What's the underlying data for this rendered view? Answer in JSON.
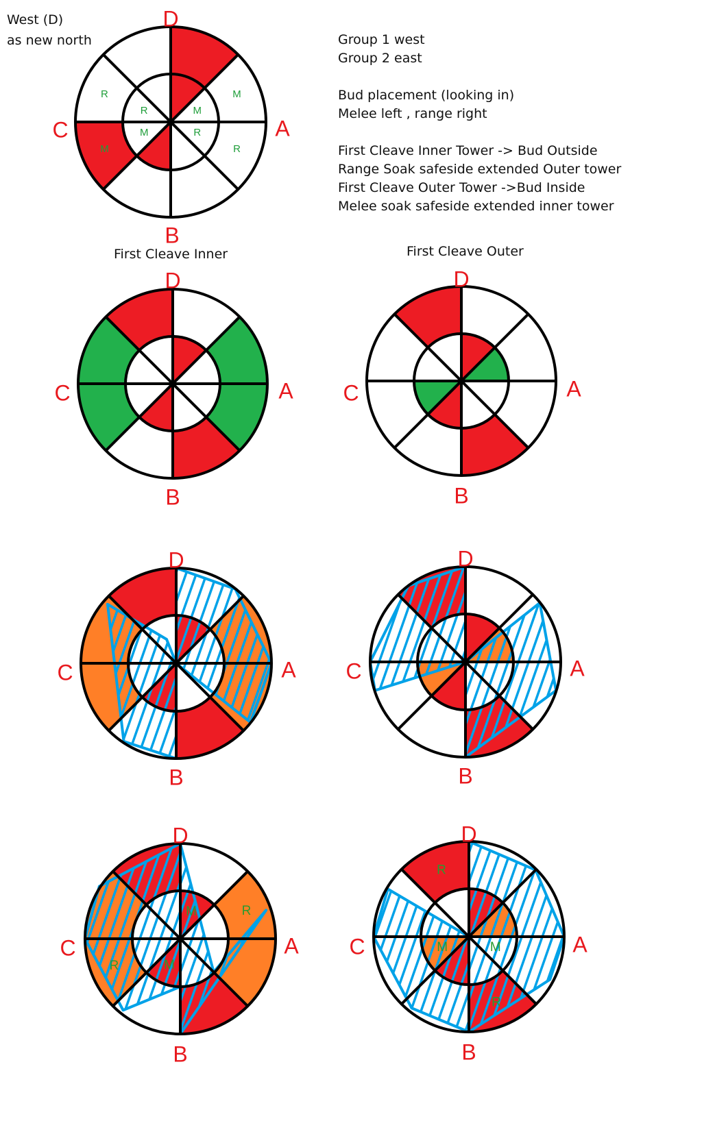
{
  "header_note": {
    "line1": "West (D)",
    "line2": "as new north"
  },
  "strategy_notes": [
    "Group 1 west",
    "Group 2 east",
    "",
    "Bud placement (looking in)",
    "Melee left , range right",
    "",
    "First Cleave Inner Tower -> Bud Outside",
    "Range Soak safeside extended Outer tower",
    "First Cleave Outer Tower ->Bud Inside",
    "Melee soak safeside extended inner tower"
  ],
  "captions": {
    "inner": "First Cleave Inner",
    "outer": "First Cleave Outer"
  },
  "colors": {
    "red": "#ed1c24",
    "green": "#22b14c",
    "orange": "#ff7f27",
    "blue": "#00a2e8",
    "line": "#000000",
    "label": "#e8191e"
  },
  "labels": {
    "top": "D",
    "right": "A",
    "bottom": "B",
    "left": "C"
  },
  "diagrams": [
    {
      "name": "overview",
      "outer": [
        "red",
        "white",
        "white",
        "white",
        "white",
        "red",
        "white",
        "white"
      ],
      "inner": [
        "red",
        "white",
        "white",
        "white",
        "red",
        "white",
        "white",
        "white"
      ],
      "hatch": [],
      "orange_outer": [],
      "orange_inner": [],
      "roles": [
        {
          "text": "M",
          "ring": "inner",
          "sector": 1
        },
        {
          "text": "M",
          "ring": "outer",
          "sector": 1
        },
        {
          "text": "R",
          "ring": "inner",
          "sector": 2
        },
        {
          "text": "R",
          "ring": "outer",
          "sector": 2
        },
        {
          "text": "M",
          "ring": "inner",
          "sector": 5
        },
        {
          "text": "M",
          "ring": "outer",
          "sector": 5
        },
        {
          "text": "R",
          "ring": "inner",
          "sector": 6
        },
        {
          "text": "R",
          "ring": "outer",
          "sector": 6
        }
      ]
    },
    {
      "name": "first-cleave-inner",
      "outer": [
        "white",
        "green",
        "green",
        "red",
        "white",
        "green",
        "green",
        "red"
      ],
      "inner": [
        "red",
        "white",
        "white",
        "white",
        "red",
        "white",
        "white",
        "white"
      ],
      "hatch": [],
      "orange_outer": [],
      "orange_inner": [],
      "roles": []
    },
    {
      "name": "first-cleave-outer",
      "outer": [
        "white",
        "white",
        "white",
        "red",
        "white",
        "white",
        "white",
        "red"
      ],
      "inner": [
        "red",
        "green",
        "white",
        "white",
        "red",
        "green",
        "white",
        "white"
      ],
      "hatch": [],
      "orange_outer": [],
      "orange_inner": [],
      "roles": []
    },
    {
      "name": "inner-resolution",
      "outer": [
        "white",
        "orange",
        "orange",
        "red",
        "white",
        "orange",
        "orange",
        "red"
      ],
      "inner": [
        "red",
        "white",
        "white",
        "white",
        "red",
        "white",
        "white",
        "white"
      ],
      "hatch": [
        "east",
        "west-lower"
      ],
      "roles": []
    },
    {
      "name": "outer-resolution",
      "outer": [
        "white",
        "white",
        "white",
        "red",
        "white",
        "white",
        "white",
        "red"
      ],
      "inner": [
        "red",
        "orange",
        "white",
        "white",
        "red",
        "orange",
        "white",
        "white"
      ],
      "hatch": [
        "north-west",
        "east-upper"
      ],
      "roles": []
    },
    {
      "name": "inner-final",
      "outer": [
        "white",
        "orange",
        "orange",
        "red",
        "white",
        "orange",
        "orange",
        "red"
      ],
      "inner": [
        "red",
        "white",
        "white",
        "white",
        "red",
        "white",
        "white",
        "white"
      ],
      "hatch": [
        "east-band",
        "west-inner"
      ],
      "roles": [
        {
          "text": "R",
          "ring": "outer",
          "sector": 1
        },
        {
          "text": "M",
          "ring": "inner",
          "sector": 0
        },
        {
          "text": "M",
          "ring": "inner",
          "sector": 4
        },
        {
          "text": "R",
          "ring": "outer",
          "sector": 5
        }
      ]
    },
    {
      "name": "outer-final",
      "outer": [
        "white",
        "white",
        "white",
        "red",
        "white",
        "white",
        "white",
        "red"
      ],
      "inner": [
        "red",
        "orange",
        "white",
        "white",
        "red",
        "orange",
        "white",
        "white"
      ],
      "hatch": [
        "north-east",
        "west-band"
      ],
      "roles": [
        {
          "text": "R",
          "ring": "outer",
          "sector": 7
        },
        {
          "text": "M",
          "ring": "inner",
          "sector": 5
        },
        {
          "text": "M",
          "ring": "inner",
          "sector": 2
        },
        {
          "text": "R",
          "ring": "outer",
          "sector": 3
        }
      ]
    }
  ]
}
